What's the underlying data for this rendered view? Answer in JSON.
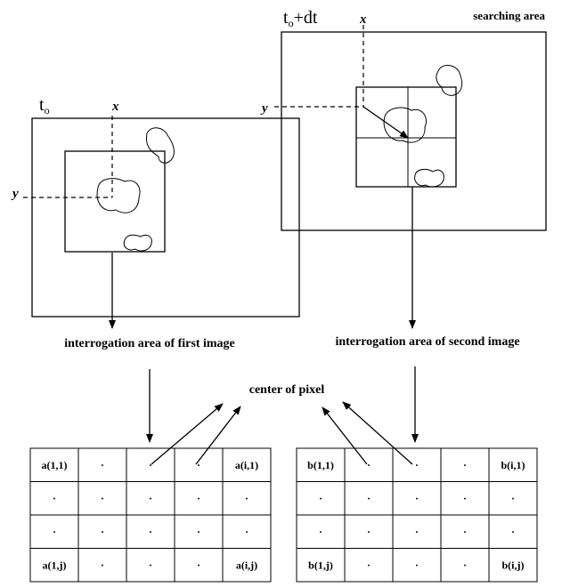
{
  "labels": {
    "t0": "t",
    "t0_sub": "o",
    "t1": "t",
    "t1_sub": "o",
    "t1_suffix": "+dt",
    "x": "x",
    "y": "y",
    "searching_area": "searching area",
    "interrogation_first": "interrogation area of first image",
    "interrogation_second": "interrogation area of second image",
    "center_of_pixel": "center of pixel"
  },
  "grid_a": [
    [
      "a(1,1)",
      "·",
      "·",
      "·",
      "a(i,1)"
    ],
    [
      "·",
      "·",
      "·",
      "·",
      "·"
    ],
    [
      "·",
      "·",
      "·",
      "·",
      "·"
    ],
    [
      "a(1,j)",
      "·",
      "·",
      "·",
      "a(i,j)"
    ]
  ],
  "grid_b": [
    [
      "b(1,1)",
      "·",
      "·",
      "·",
      "b(i,1)"
    ],
    [
      "·",
      "·",
      "·",
      "·",
      "·"
    ],
    [
      "·",
      "·",
      "·",
      "·",
      "·"
    ],
    [
      "b(1,j)",
      "·",
      "·",
      "·",
      "b(i,j)"
    ]
  ]
}
